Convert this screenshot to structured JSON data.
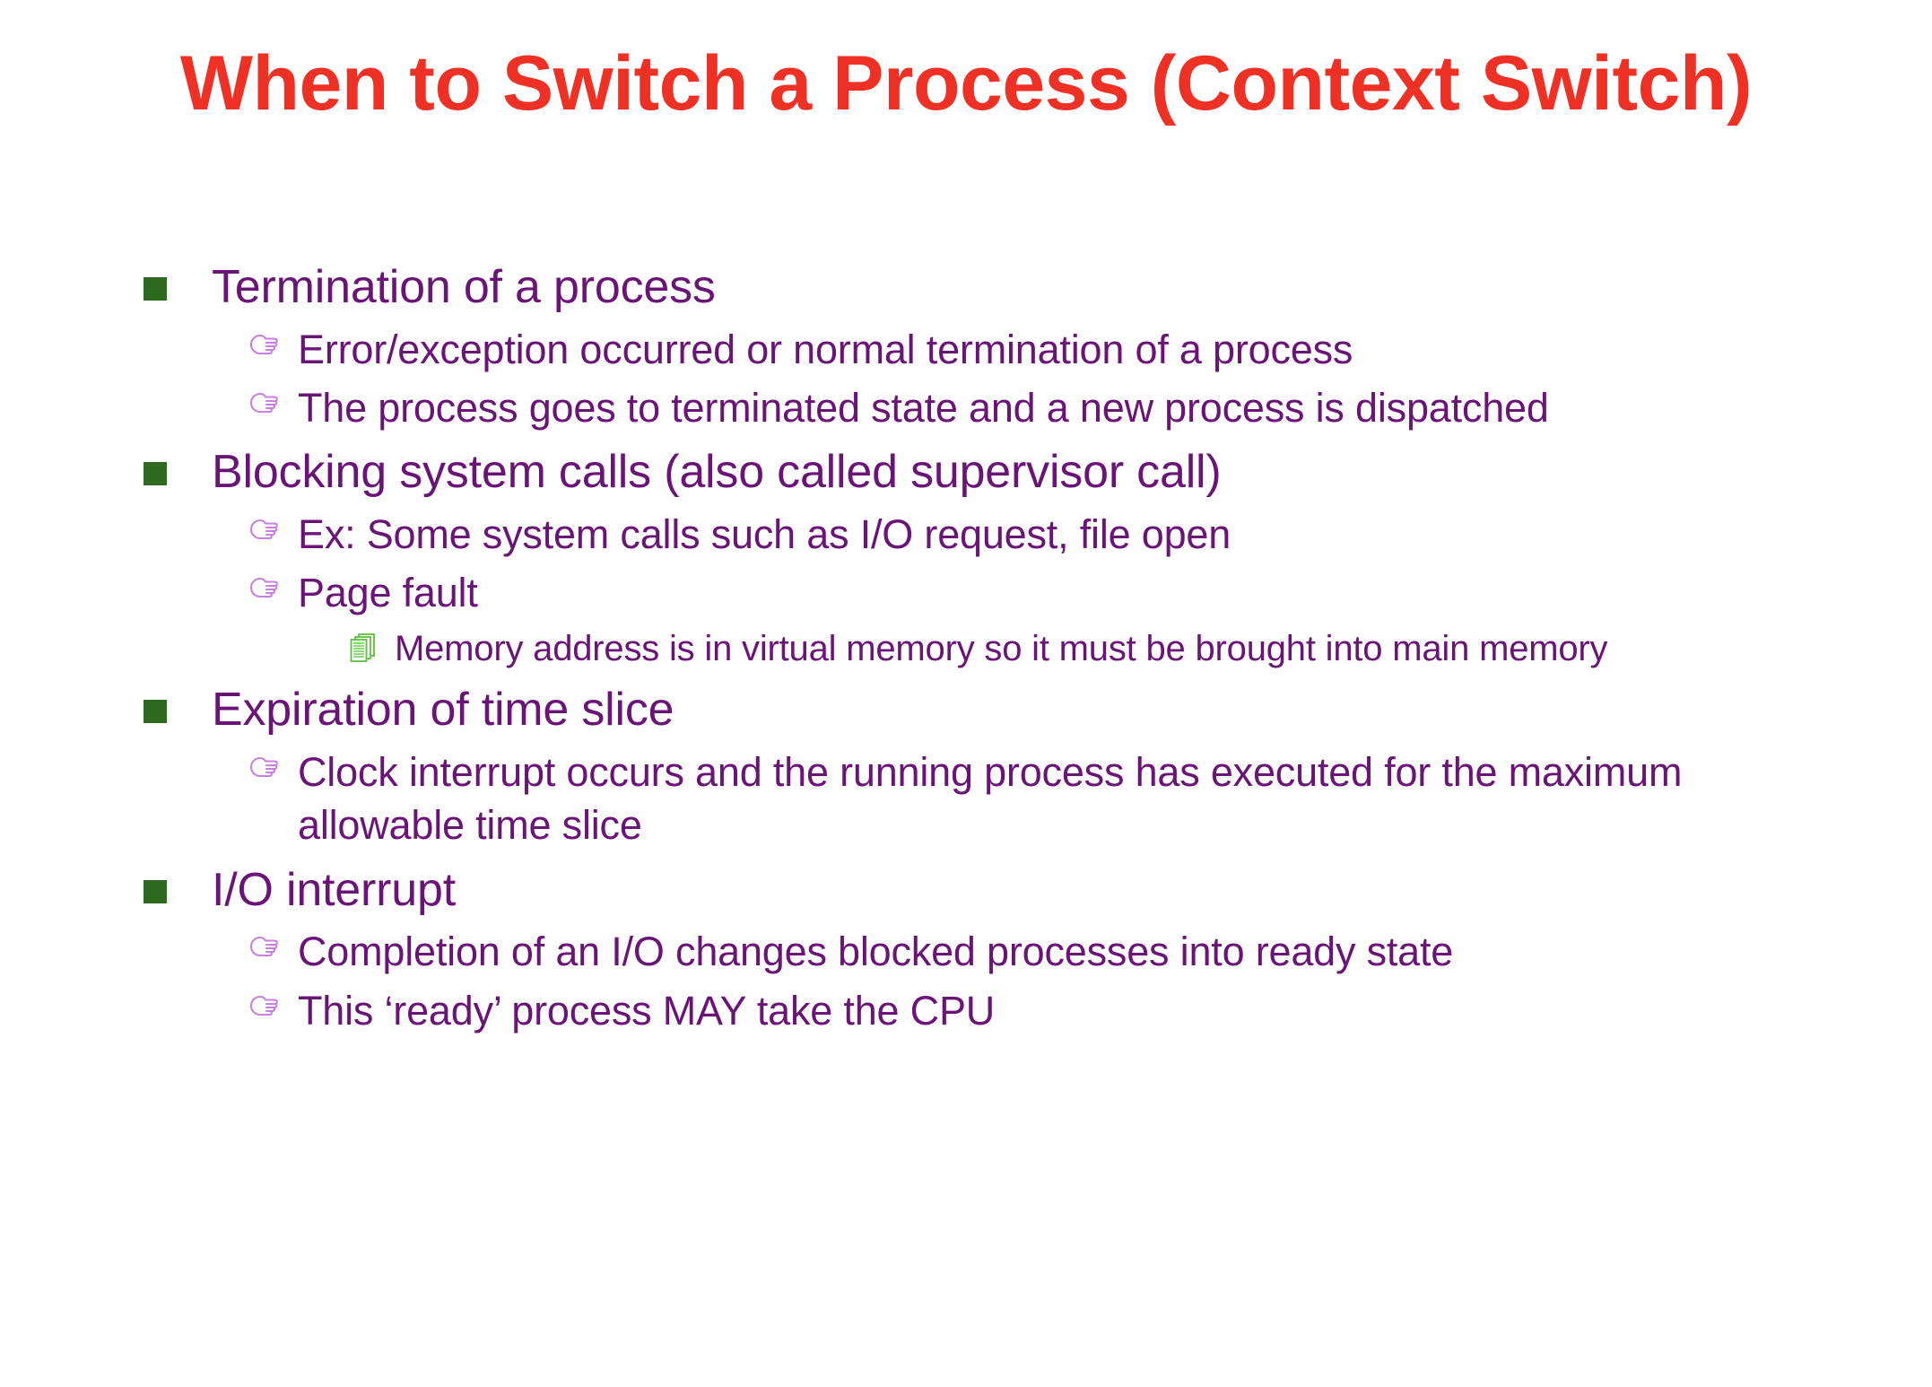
{
  "slide": {
    "title": "When to Switch a Process (Context Switch)",
    "title_color": "#ee3124",
    "body_color": "#6b1477",
    "level1_bullet_color": "#2d6a1e",
    "level2_bullet_color": "#c77fe0",
    "level3_bullet_color": "#5cc03c",
    "background": "#ffffff",
    "bullets": [
      {
        "level": 1,
        "bullet_icon": "green-square-bullet-icon",
        "text": "Termination of a process",
        "children": [
          {
            "level": 2,
            "bullet_icon": "pointing-hand-bullet-icon",
            "text": "Error/exception occurred or normal termination of a process"
          },
          {
            "level": 2,
            "bullet_icon": "pointing-hand-bullet-icon",
            "text": "The process goes to terminated state and a new process is dispatched"
          }
        ]
      },
      {
        "level": 1,
        "bullet_icon": "green-square-bullet-icon",
        "text": "Blocking system calls (also called supervisor call)",
        "children": [
          {
            "level": 2,
            "bullet_icon": "pointing-hand-bullet-icon",
            "text": "Ex: Some system calls such as I/O request,  file open"
          },
          {
            "level": 2,
            "bullet_icon": "pointing-hand-bullet-icon",
            "text": "Page fault",
            "children": [
              {
                "level": 3,
                "bullet_icon": "pages-stack-bullet-icon",
                "text": "Memory address is in virtual memory so it must be brought into main memory"
              }
            ]
          }
        ]
      },
      {
        "level": 1,
        "bullet_icon": "green-square-bullet-icon",
        "text": "Expiration of time slice",
        "children": [
          {
            "level": 2,
            "bullet_icon": "pointing-hand-bullet-icon",
            "text": "Clock interrupt occurs and the running process has executed for the maximum allowable time slice"
          }
        ]
      },
      {
        "level": 1,
        "bullet_icon": "green-square-bullet-icon",
        "text": "I/O interrupt",
        "children": [
          {
            "level": 2,
            "bullet_icon": "pointing-hand-bullet-icon",
            "text": "Completion of an I/O changes blocked processes into ready state"
          },
          {
            "level": 2,
            "bullet_icon": "pointing-hand-bullet-icon",
            "text": "This ‘ready’ process MAY take the CPU"
          }
        ]
      }
    ]
  }
}
